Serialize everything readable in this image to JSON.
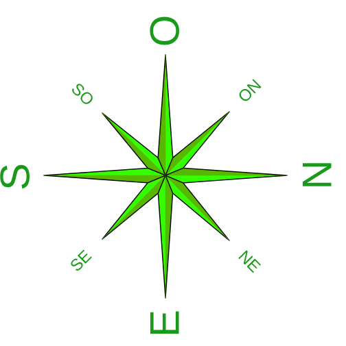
{
  "compass_rose": {
    "points": 8,
    "colors": {
      "light": "#33ff00",
      "dark": "#58b800",
      "outline": "#000000",
      "label": "#1a9a1a"
    },
    "labels": {
      "north_side": "O",
      "east_side": "N",
      "south_side": "E",
      "west_side": "S",
      "north_east_side": "ON",
      "south_east_side": "NE",
      "south_west_side": "SE",
      "north_west_side": "SO"
    }
  }
}
